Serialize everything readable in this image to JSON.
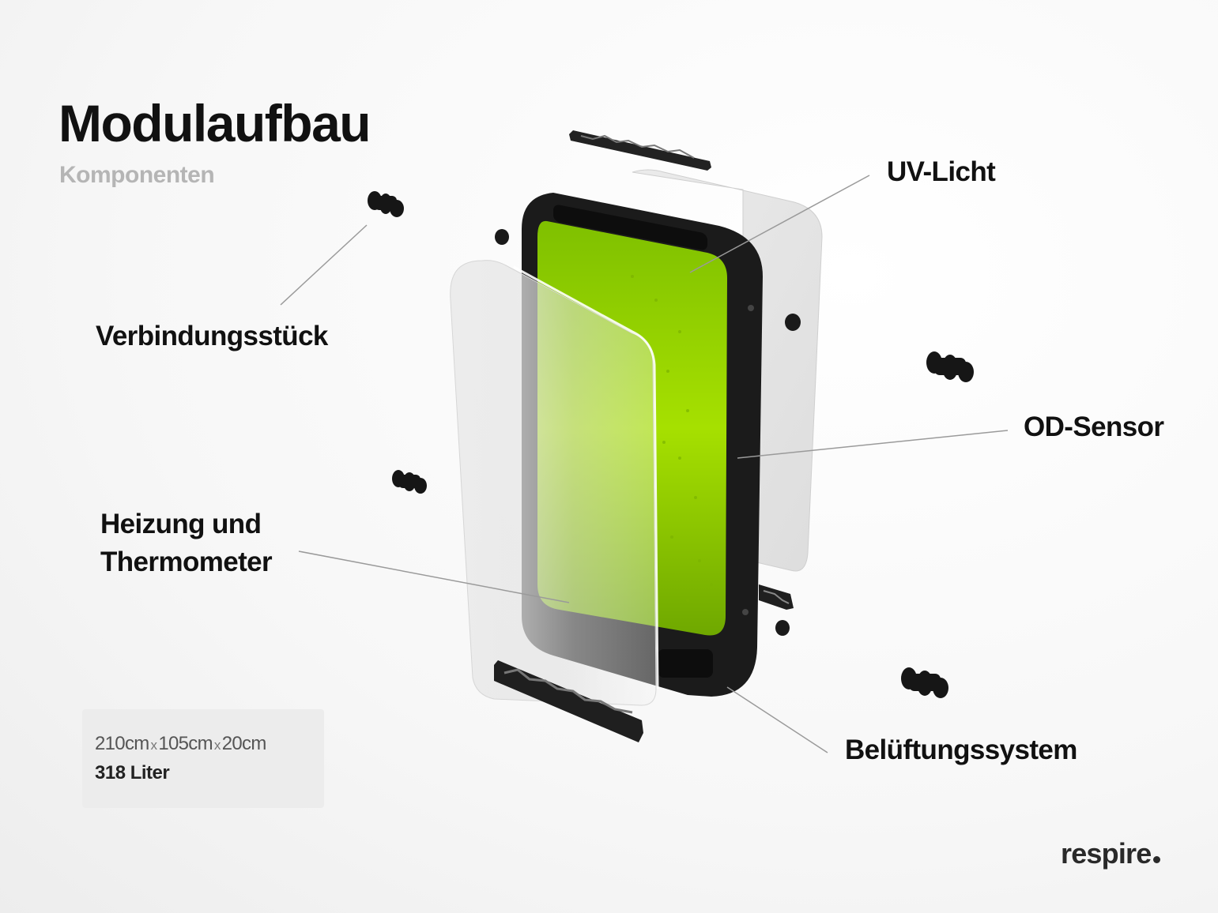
{
  "header": {
    "title": "Modulaufbau",
    "subtitle": "Komponenten"
  },
  "labels": {
    "uv_licht": "UV-Licht",
    "verbindungsstueck": "Verbindungsstück",
    "od_sensor": "OD-Sensor",
    "heizung_line1": "Heizung und",
    "heizung_line2": "Thermometer",
    "belueftung": "Belüftungssystem"
  },
  "specs": {
    "width": "210cm",
    "depth": "105cm",
    "height": "20cm",
    "separator": "x",
    "volume": "318 Liter"
  },
  "brand": {
    "name": "respire"
  },
  "colors": {
    "algae_green": "#9fd800",
    "frame": "#1b1b1b",
    "leader_line": "#9a9a9a",
    "subtitle_gray": "#b5b5b5"
  }
}
